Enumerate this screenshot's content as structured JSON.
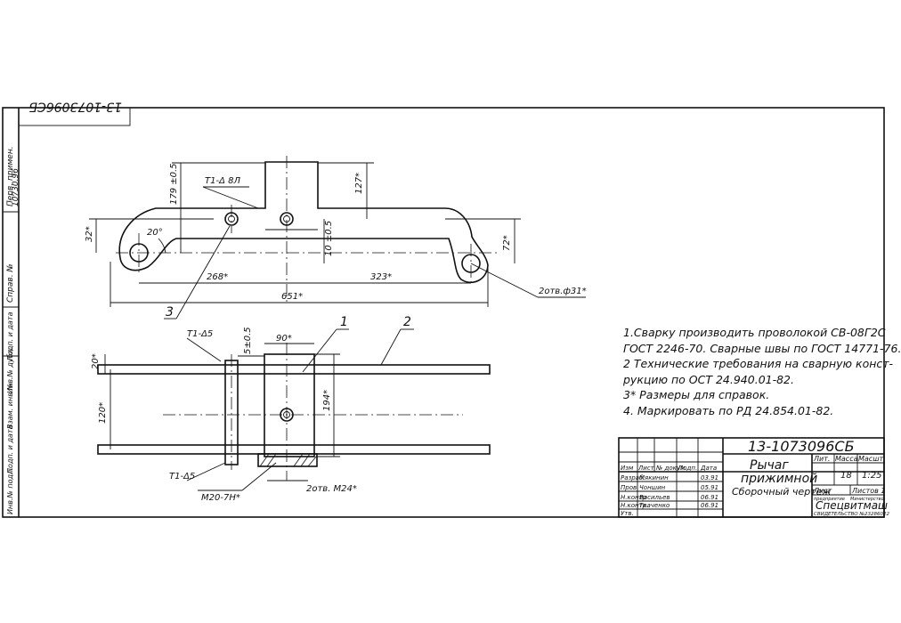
{
  "sheet": {
    "doc_code_rotated": "13-1073096СБ",
    "side_labels": [
      "Перв. примен.",
      "10730.96",
      "Справ. №"
    ],
    "bottom_margin_labels": [
      "Инв.№ подл.",
      "Подп. и дата",
      "Взам. инв.№",
      "Инв.№ дубл.",
      "Подп. и дата"
    ]
  },
  "dimensions": {
    "d_179": "179 ±0.5",
    "d_127": "127*",
    "d_32": "32*",
    "d_20deg": "20°",
    "d_10": "10 ±0.5",
    "d_72": "72*",
    "d_268": "268*",
    "d_323": "323*",
    "d_651": "651*",
    "d_holes": "2отв.ф31*",
    "d_90": "90*",
    "d_5": "5±0.5",
    "d_20": "20*",
    "d_120": "120*",
    "d_194": "194*",
    "d_m24": "2отв. М24*",
    "d_m20": "М20-7Н*",
    "weld_top": "Т1-Δ 8Л",
    "weld_mid": "Т1-Δ5",
    "weld_bot": "Т1-Δ5"
  },
  "callouts": [
    "1",
    "2",
    "3"
  ],
  "notes": [
    "1.Сварку производить проволокой СВ-08Г2С",
    "ГОСТ 2246-70. Сварные швы по ГОСТ 14771-76.",
    "2 Технические требования на сварную конст-",
    "рукцию по ОСТ 24.940.01-82.",
    "3* Размеры для справок.",
    "4. Маркировать по РД 24.854.01-82."
  ],
  "title_block": {
    "code": "13-1073096СБ",
    "name_line1": "Рычаг",
    "name_line2": "прижимной",
    "name_line3": "Сборочный чертеж",
    "hdr_izm": "Изм",
    "hdr_list": "Лист",
    "hdr_ndok": "№ докум.",
    "hdr_podp": "Подп.",
    "hdr_data": "Дата",
    "row_razrab": "Разраб.",
    "row_prov": "Пров.",
    "row_nkontr": "Н.контр.",
    "row_utv": "Утв.",
    "row_tkontr": "Н.контр",
    "name_razrab": "Мякинин",
    "name_prov": "Чоншин",
    "name_nkontr": "Васильев",
    "name_tkontr": "Ткаченко",
    "date_1": "03.91",
    "date_2": "05.91",
    "date_3": "06.91",
    "date_4": "06.91",
    "lit_label": "Лит.",
    "mass_label": "Масса",
    "scale_label": "Масшт.",
    "mass_value": "18",
    "scale_value": "1:25",
    "sheet_label": "Лист",
    "sheets_label": "Листов 1",
    "org_small_1": "Министерство",
    "org_small_2": "предприятие",
    "org_name": "Спецвитмаш",
    "org_cert": "СВИДЕТЕЛЬСТВО №23286022"
  }
}
